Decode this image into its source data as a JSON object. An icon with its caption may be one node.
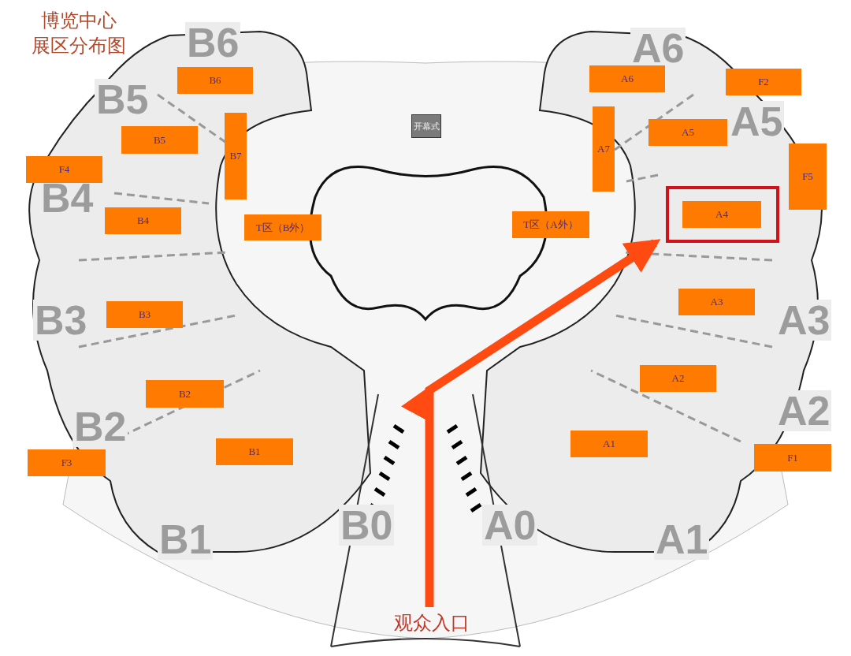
{
  "diagram": {
    "title": "博览中心展区分布图",
    "nodes": [
      {
        "text": [
          "B6"
        ]
      },
      {
        "text": [
          "A6"
        ]
      },
      {
        "text": [
          "F2"
        ]
      },
      {
        "text": [
          "开幕式"
        ]
      },
      {
        "text": [
          "B7"
        ]
      },
      {
        "text": [
          "A7"
        ]
      },
      {
        "text": [
          "B5"
        ]
      },
      {
        "text": [
          "A5"
        ]
      },
      {
        "text": [
          "F5"
        ]
      },
      {
        "text": [
          "F4"
        ]
      },
      {
        "text": [],
        "shape": "box"
      },
      {
        "text": [
          "A4"
        ],
        "in": 10
      },
      {
        "text": [
          "B4"
        ]
      },
      {
        "text": [
          "T区（B外）"
        ]
      },
      {
        "text": [
          "T区（A外）"
        ]
      },
      {
        "text": [
          "A3"
        ]
      },
      {
        "text": [
          "B3"
        ]
      },
      {
        "text": [
          "A2"
        ]
      },
      {
        "text": [
          "B2"
        ]
      },
      {
        "text": [
          "A1"
        ]
      },
      {
        "text": [
          "B1"
        ]
      },
      {
        "text": [
          "F1"
        ]
      },
      {
        "text": [
          "F3"
        ]
      },
      {
        "text": [
          "观众入口"
        ]
      }
    ],
    "edges": [
      {
        "from": 23,
        "to": 10,
        "arrow": "to"
      }
    ],
    "labels": [
      "B6",
      "A6",
      "B5",
      "A5",
      "B4",
      "B3",
      "A3",
      "B2",
      "A2",
      "B0",
      "A0",
      "B1",
      "A1"
    ]
  }
}
